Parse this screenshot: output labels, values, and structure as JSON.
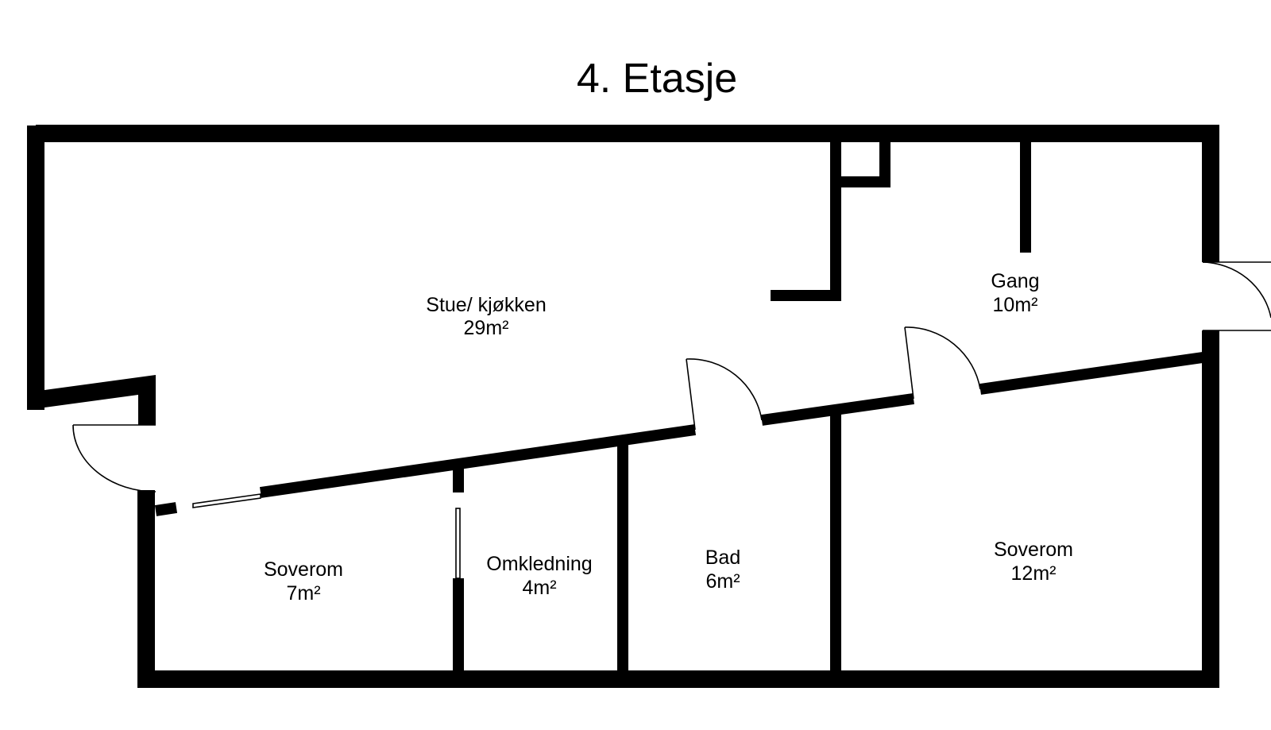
{
  "plan": {
    "title": "4. Etasje",
    "rooms": [
      {
        "name": "Stue/ kjøkken",
        "area": "29m²"
      },
      {
        "name": "Gang",
        "area": "10m²"
      },
      {
        "name": "Soverom",
        "area": "7m²"
      },
      {
        "name": "Omkledning",
        "area": "4m²"
      },
      {
        "name": "Bad",
        "area": "6m²"
      },
      {
        "name": "Soverom",
        "area": "12m²"
      }
    ],
    "colors": {
      "wall": "#000000",
      "background": "#ffffff"
    }
  }
}
